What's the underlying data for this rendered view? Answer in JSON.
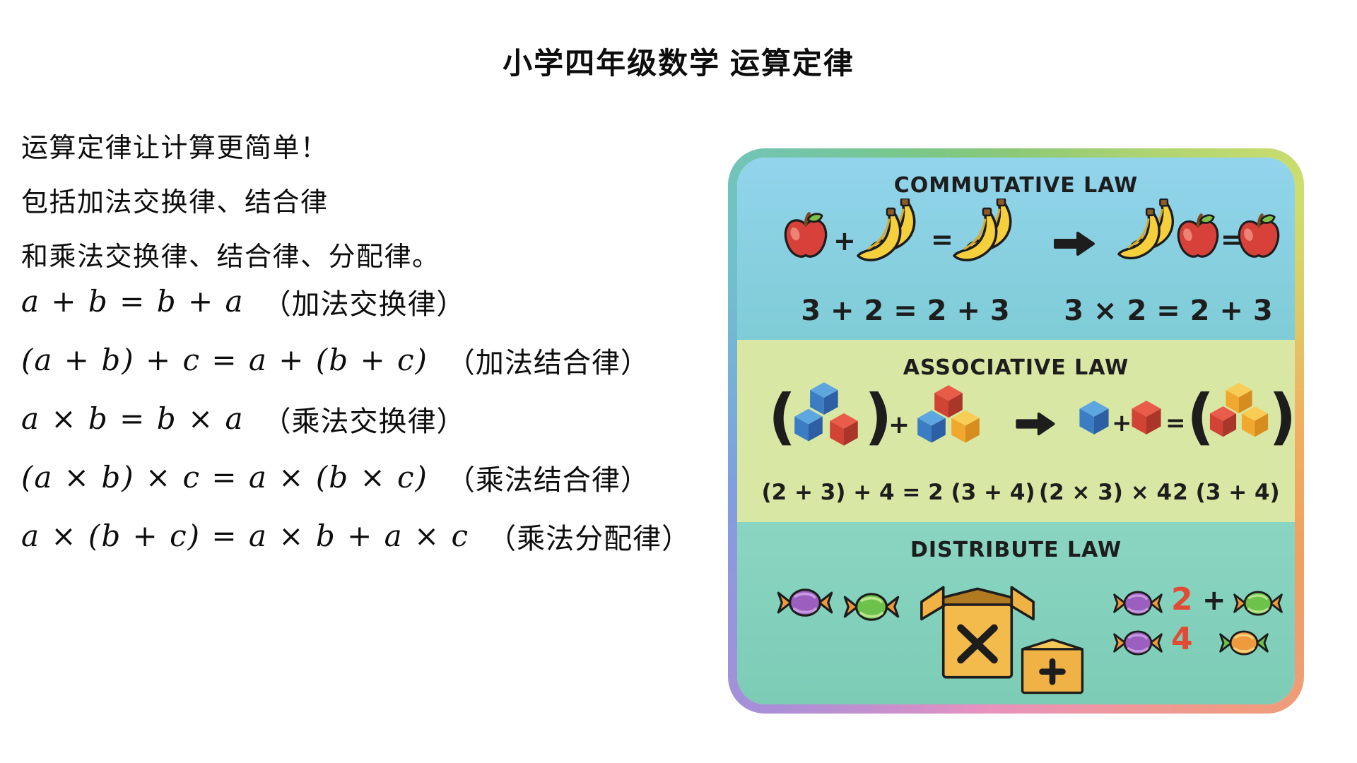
{
  "page": {
    "title": "小学四年级数学 运算定律"
  },
  "intro": {
    "line1": "运算定律让计算更简单！",
    "line2": "包括加法交换律、结合律",
    "line3": "和乘法交换律、结合律、分配律。"
  },
  "formulas": [
    {
      "expr": "a + b = b + a",
      "label": "（加法交换律）"
    },
    {
      "expr": "(a + b) + c = a + (b + c)",
      "label": "（加法结合律）"
    },
    {
      "expr": "a × b = b × a",
      "label": "（乘法交换律）"
    },
    {
      "expr": "(a × b) × c = a × (b × c)",
      "label": "（乘法结合律）"
    },
    {
      "expr": "a × (b + c) = a × b + a × c",
      "label": "（乘法分配律）"
    }
  ],
  "poster": {
    "ops": {
      "plus": "+",
      "equals": "=",
      "open_paren": "(",
      "close_paren": ")"
    },
    "commutative": {
      "title": "COMMUTATIVE LAW",
      "left_eq": "3 + 2 = 2 + 3",
      "right_eq": "3 × 2 = 2 + 3"
    },
    "associative": {
      "title": "ASSOCIATIVE LAW",
      "eq_left": "(2 + 3) + 4 = 2 (3 + 4)",
      "eq_mid": "(2 × 3) × 4",
      "eq_right": "2 (3 + 4)"
    },
    "distribute": {
      "title": "DISTRIBUTE LAW",
      "num_top": "2",
      "plus": "+",
      "num_bottom": "4"
    }
  },
  "icons": {
    "arrow": "→",
    "apple": "apple-icon",
    "banana": "banana-bunch-icon",
    "cube": "isometric-cube-icon",
    "candy": "wrapped-candy-icon",
    "box": "cardboard-box-icon"
  },
  "colors": {
    "section_commutative_bg": "#8fd2ea",
    "section_associative_bg": "#d9e7a4",
    "section_distribute_bg": "#83d2bf",
    "card_border_gradient": [
      "#8cc977",
      "#cede6d",
      "#f0a05f",
      "#ee97a0",
      "#a78fd8",
      "#7f9fe0",
      "#6fc2cc"
    ],
    "number_red": "#e14b35",
    "text_black": "#1d1d1d"
  }
}
